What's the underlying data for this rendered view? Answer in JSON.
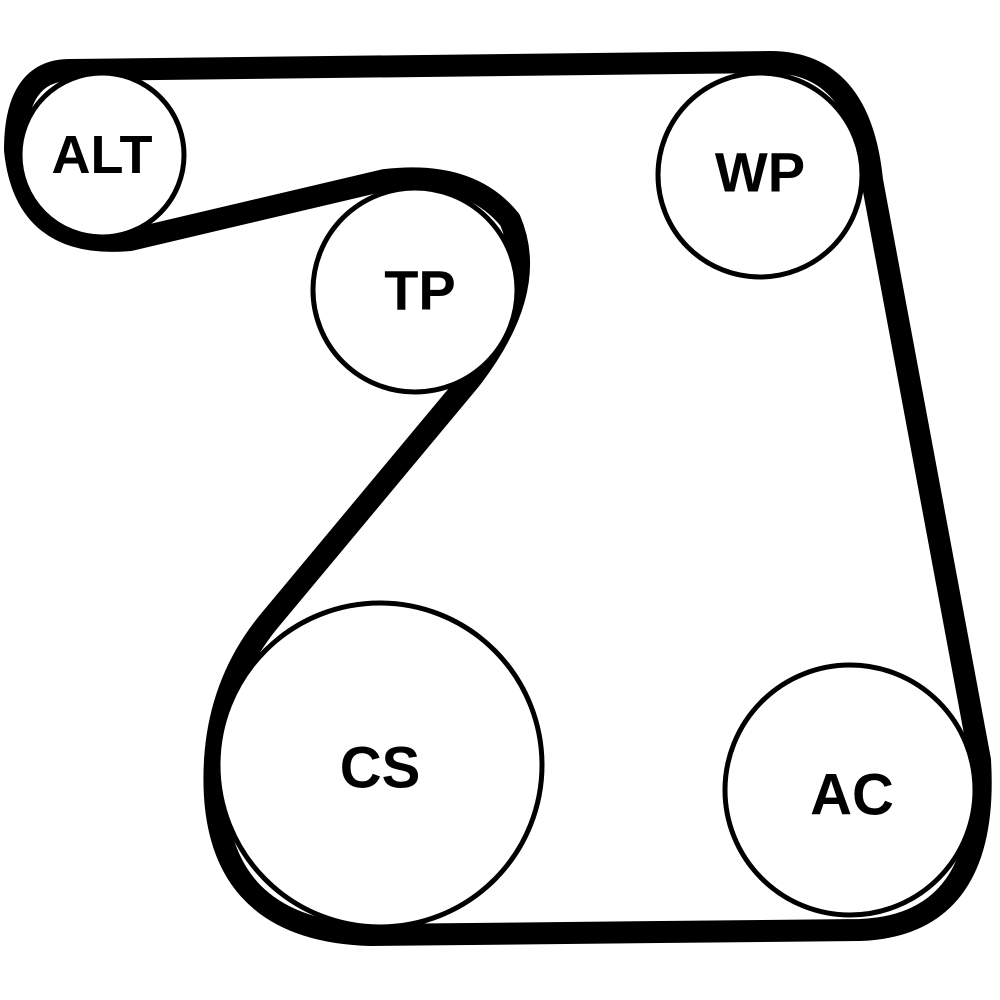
{
  "colors": {
    "belt": "#000000",
    "pulley_outline": "#000000",
    "background": "#ffffff"
  },
  "pulleys": {
    "alt": {
      "label": "ALT"
    },
    "wp": {
      "label": "WP"
    },
    "tp": {
      "label": "TP"
    },
    "cs": {
      "label": "CS"
    },
    "ac": {
      "label": "AC"
    }
  }
}
